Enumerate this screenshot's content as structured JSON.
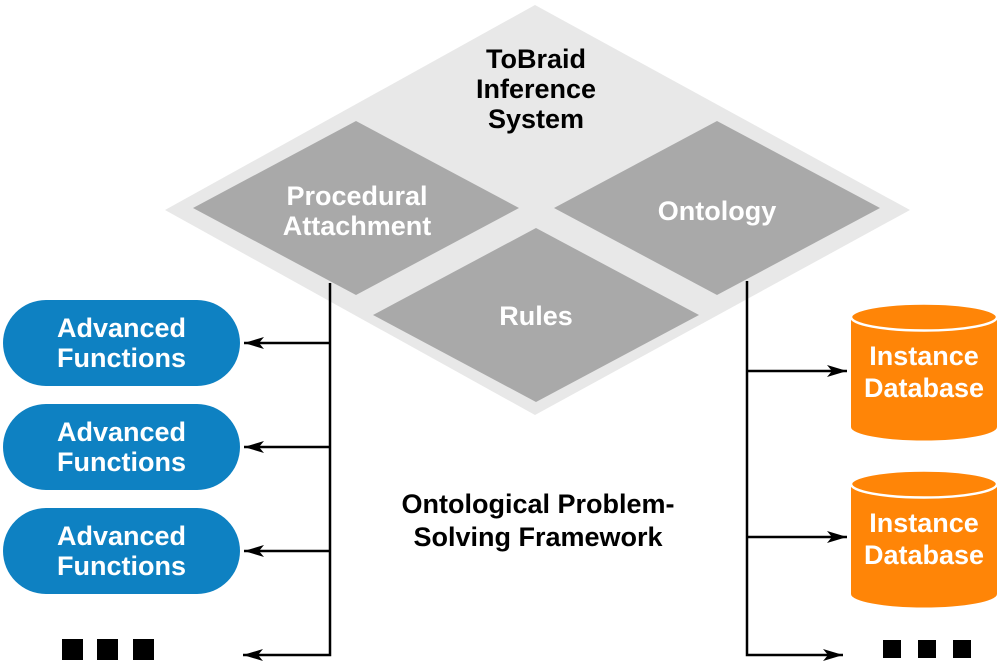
{
  "colors": {
    "outer_diamond": "#e8e8e8",
    "inner_diamond": "#a9a9a9",
    "function_blue": "#0e81c2",
    "database_orange": "#ff8507",
    "line_black": "#000000",
    "text_white": "#ffffff",
    "text_black": "#000000"
  },
  "diagram": {
    "title": "ToBraid\nInference\nSystem",
    "caption": "Ontological Problem-\nSolving Framework",
    "modules": {
      "procedural_attachment": "Procedural\nAttachment",
      "ontology": "Ontology",
      "rules": "Rules"
    },
    "advanced_functions": [
      {
        "label": "Advanced\nFunctions"
      },
      {
        "label": "Advanced\nFunctions"
      },
      {
        "label": "Advanced\nFunctions"
      }
    ],
    "instance_databases": [
      {
        "label": "Instance\nDatabase"
      },
      {
        "label": "Instance\nDatabase"
      }
    ]
  }
}
